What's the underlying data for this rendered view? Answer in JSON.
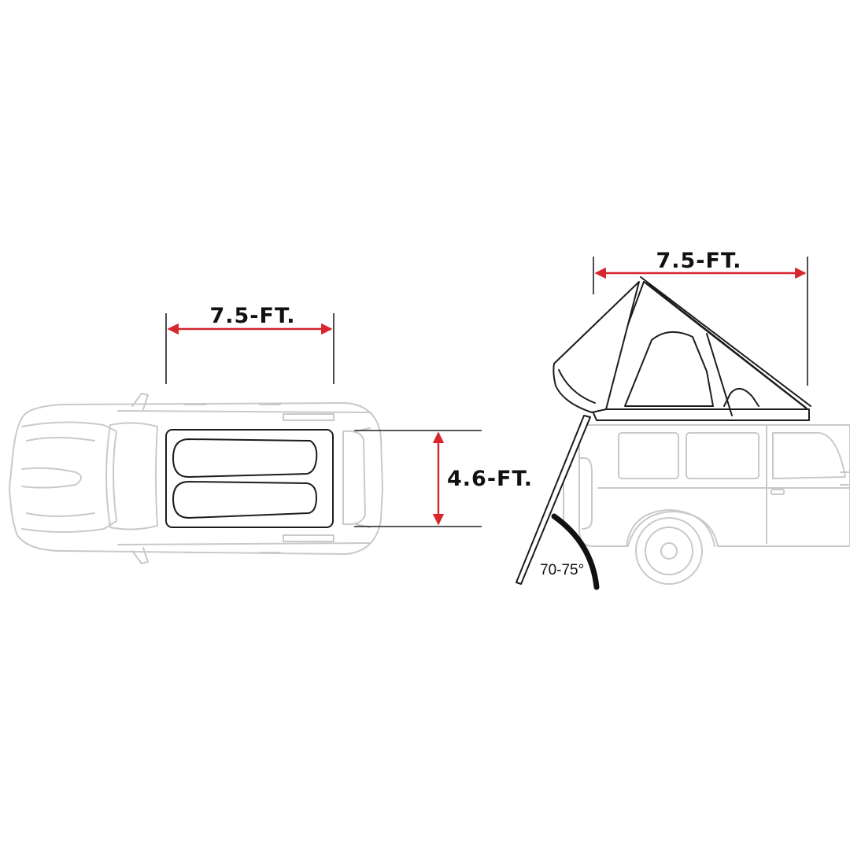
{
  "colors": {
    "background": "#ffffff",
    "vehicle_outline": "#c9c9c9",
    "tent_outline": "#1c1c1c",
    "dimension_arrow": "#d7262e",
    "label_text": "#111111"
  },
  "top_view": {
    "length_label": "7.5-FT.",
    "width_label": "4.6-FT."
  },
  "side_view": {
    "length_label": "7.5-FT.",
    "angle_label": "70-75°"
  }
}
